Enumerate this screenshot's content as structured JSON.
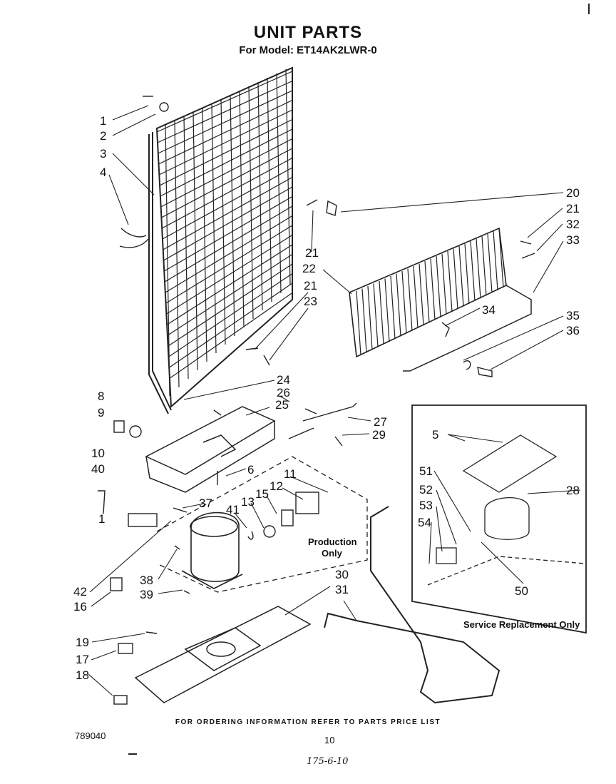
{
  "header": {
    "title": "UNIT PARTS",
    "subtitle": "For Model: ET14AK2LWR-0"
  },
  "callouts": [
    "1",
    "2",
    "3",
    "4",
    "8",
    "9",
    "10",
    "40",
    "1",
    "20",
    "21",
    "32",
    "33",
    "21",
    "22",
    "21",
    "23",
    "34",
    "35",
    "36",
    "24",
    "26",
    "25",
    "27",
    "29",
    "6",
    "11",
    "12",
    "15",
    "13",
    "41",
    "37",
    "5",
    "28",
    "51",
    "52",
    "53",
    "54",
    "50",
    "42",
    "16",
    "38",
    "39",
    "30",
    "31",
    "19",
    "17",
    "18"
  ],
  "notes": {
    "production": [
      "Production",
      "Only"
    ],
    "service": "Service Replacement Only"
  },
  "footer": {
    "ordering": "FOR ORDERING INFORMATION REFER TO PARTS PRICE LIST",
    "doc_number": "789040",
    "page_number": "10",
    "handwritten": "175-6-10"
  }
}
